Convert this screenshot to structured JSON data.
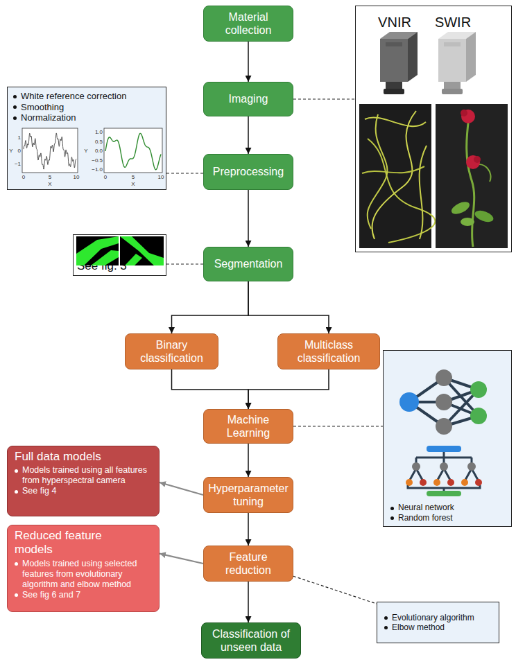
{
  "diagram": {
    "nodes": [
      {
        "text": [
          "Material collection"
        ]
      },
      {
        "text": [
          "VNIR",
          "SWIR"
        ]
      },
      {
        "text": [
          "Imaging"
        ]
      },
      {
        "text": [
          "White reference correction",
          "Smoothing",
          "Normalization"
        ]
      },
      {
        "text": [
          "Preprocessing"
        ]
      },
      {
        "text": [
          "See fig. 3"
        ]
      },
      {
        "text": [
          "Segmentation"
        ]
      },
      {
        "text": [
          "Binary classification"
        ]
      },
      {
        "text": [
          "Multiclass classification"
        ]
      },
      {
        "text": [
          "Neural network",
          "Random forest"
        ]
      },
      {
        "text": [
          "Machine Learning"
        ]
      },
      {
        "text": [
          "Full data models",
          "Models trained using all features from hyperspectral camera",
          "See fig 4"
        ]
      },
      {
        "text": [
          "Hyperparameter tuning"
        ]
      },
      {
        "text": [
          "Reduced feature models",
          "Models trained using selected features from evolutionary algorithm and elbow method",
          "See fig 6 and 7"
        ]
      },
      {
        "text": [
          "Feature reduction"
        ]
      },
      {
        "text": [
          "Evolutionary algorithm",
          "Elbow method"
        ]
      },
      {
        "text": [
          "Classification of unseen data"
        ]
      }
    ],
    "edges": [
      {
        "from": 0,
        "to": 2,
        "arrow": "to"
      },
      {
        "from": 2,
        "to": 1,
        "arrow": "none"
      },
      {
        "from": 2,
        "to": 4,
        "arrow": "to"
      },
      {
        "from": 4,
        "to": 3,
        "arrow": "none"
      },
      {
        "from": 4,
        "to": 6,
        "arrow": "to"
      },
      {
        "from": 6,
        "to": 5,
        "arrow": "none"
      },
      {
        "from": 6,
        "to": 7,
        "arrow": "to"
      },
      {
        "from": 6,
        "to": 8,
        "arrow": "to"
      },
      {
        "from": 7,
        "to": 10,
        "arrow": "to"
      },
      {
        "from": 8,
        "to": 10,
        "arrow": "to"
      },
      {
        "from": 10,
        "to": 9,
        "arrow": "none"
      },
      {
        "from": 10,
        "to": 12,
        "arrow": "to"
      },
      {
        "from": 12,
        "to": 11,
        "arrow": "to"
      },
      {
        "from": 12,
        "to": 14,
        "arrow": "to"
      },
      {
        "from": 14,
        "to": 13,
        "arrow": "to"
      },
      {
        "from": 14,
        "to": 15,
        "arrow": "none"
      },
      {
        "from": 14,
        "to": 16,
        "arrow": "to"
      }
    ],
    "labels": [
      "1",
      "0",
      "−1",
      "0",
      "5",
      "10",
      "X",
      "Y",
      "1.0",
      "0.5",
      "0.0",
      "−0.5",
      "−1.0",
      "0",
      "5",
      "10",
      "X",
      "Y"
    ]
  }
}
